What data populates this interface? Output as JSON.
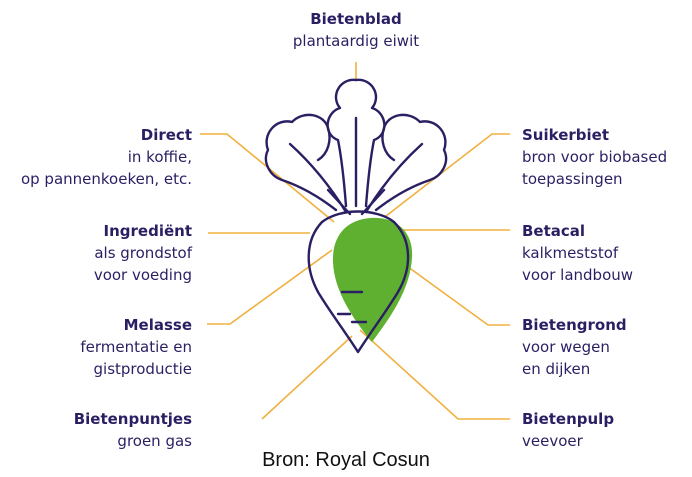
{
  "labels": {
    "bietenblad": {
      "title": "Bietenblad",
      "desc": [
        "plantaardig eiwit"
      ]
    },
    "direct": {
      "title": "Direct",
      "desc": [
        "in koffie,",
        "op pannenkoeken, etc."
      ]
    },
    "ingredient": {
      "title": "Ingrediënt",
      "desc": [
        "als grondstof",
        "voor voeding"
      ]
    },
    "melasse": {
      "title": "Melasse",
      "desc": [
        "fermentatie en",
        "gistproductie"
      ]
    },
    "bietenpuntjes": {
      "title": "Bietenpuntjes",
      "desc": [
        "groen gas"
      ]
    },
    "suikerbiet": {
      "title": "Suikerbiet",
      "desc": [
        "bron voor biobased",
        "toepassingen"
      ]
    },
    "betacal": {
      "title": "Betacal",
      "desc": [
        "kalkmeststof",
        "voor landbouw"
      ]
    },
    "bietengrond": {
      "title": "Bietengrond",
      "desc": [
        "voor wegen",
        "en dijken"
      ]
    },
    "bietenpulp": {
      "title": "Bietenpulp",
      "desc": [
        "veevoer"
      ]
    }
  },
  "source": "Bron: Royal Cosun",
  "colors": {
    "ink": "#2b1f63",
    "connector": "#f0b03f",
    "green": "#5fb030"
  }
}
